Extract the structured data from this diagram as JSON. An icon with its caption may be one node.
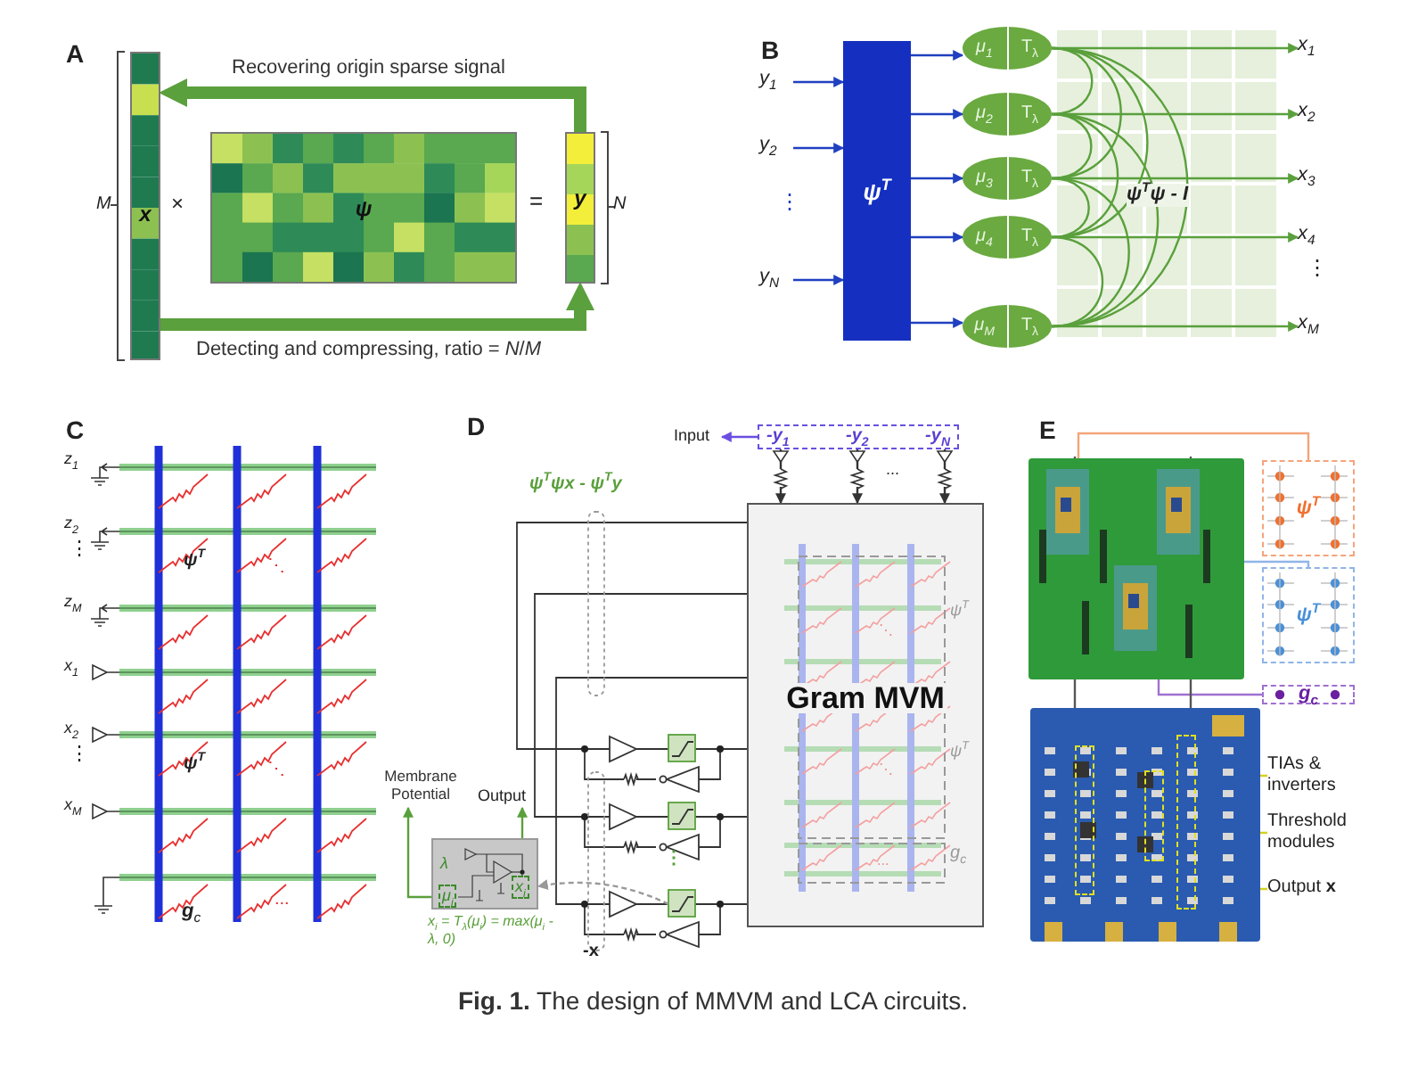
{
  "diagram": {
    "caption": "**Fig. 1.** The design of MMVM and LCA circuits.",
    "nodes": [
      {
        "text": [
          "x"
        ]
      },
      {
        "text": [
          "ψ"
        ]
      },
      {
        "text": [
          "y"
        ]
      },
      {
        "text": [
          "y$_{1}$"
        ]
      },
      {
        "text": [
          "y$_{2}$"
        ]
      },
      {
        "text": [
          "y$_{N}$"
        ]
      },
      {
        "text": [
          "ψ$^{T}$"
        ]
      },
      {
        "text": [
          "μ$_{1}$",
          "T$_{λ}$"
        ]
      },
      {
        "text": [
          "μ$_{2}$",
          "T$_{λ}$"
        ]
      },
      {
        "text": [
          "μ$_{3}$",
          "T$_{λ}$"
        ]
      },
      {
        "text": [
          "μ$_{4}$",
          "T$_{λ}$"
        ]
      },
      {
        "text": [
          "μ$_{M}$",
          "T$_{λ}$"
        ]
      },
      {
        "text": [
          "x$_{1}$"
        ]
      },
      {
        "text": [
          "x$_{2}$"
        ]
      },
      {
        "text": [
          "x$_{3}$"
        ]
      },
      {
        "text": [
          "x$_{4}$"
        ]
      },
      {
        "text": [
          "x$_{M}$"
        ]
      },
      {
        "text": [
          "-y$_{1}$",
          "-y$_{2}$",
          "-y$_{N}$"
        ]
      },
      {
        "text": [
          "Input"
        ]
      },
      {
        "text": [
          "Gram MVM"
        ]
      },
      {
        "text": [
          "Membrane Potential"
        ]
      },
      {
        "text": [
          "Output"
        ]
      },
      {
        "text": [
          "λ",
          "μ$_{i}$",
          "x$_{i}$"
        ],
        "beside": [
          "x$_{i}$ = T$_{λ}$(μ$_{i}$) = max(μ$_{i}$ - λ, 0)"
        ]
      },
      {
        "text": [],
        "shape": "picture"
      },
      {
        "text": [],
        "shape": "picture"
      },
      {
        "text": [
          "ψ$^{T}$"
        ]
      },
      {
        "text": [
          "ψ$^{T}$"
        ]
      },
      {
        "text": [
          "g$_{c}$"
        ]
      },
      {
        "text": [
          "TIAs & inverters"
        ]
      },
      {
        "text": [
          "Threshold modules"
        ]
      },
      {
        "text": [
          "Output **x**"
        ]
      },
      {
        "text": [],
        "shape": "box",
        "in": 24
      },
      {
        "text": [],
        "shape": "box",
        "in": 24
      },
      {
        "text": [],
        "shape": "box",
        "in": 24
      }
    ],
    "edges": [
      {
        "from": 2,
        "to": 0,
        "arrow": "to",
        "label": "Recovering origin sparse signal",
        "style": "thick"
      },
      {
        "from": 0,
        "to": 2,
        "arrow": "to",
        "label": "Detecting and compressing, ratio = *N*/*M*",
        "style": "thick"
      },
      {
        "from": 3,
        "to": 6,
        "arrow": "to",
        "color": "#2040c0"
      },
      {
        "from": 4,
        "to": 6,
        "arrow": "to",
        "color": "#2040c0"
      },
      {
        "from": 5,
        "to": 6,
        "arrow": "to",
        "color": "#2040c0"
      },
      {
        "from": 6,
        "to": 7,
        "arrow": "to",
        "color": "#2040c0"
      },
      {
        "from": 6,
        "to": 8,
        "arrow": "to",
        "color": "#2040c0"
      },
      {
        "from": 6,
        "to": 9,
        "arrow": "to",
        "color": "#2040c0"
      },
      {
        "from": 6,
        "to": 10,
        "arrow": "to",
        "color": "#2040c0"
      },
      {
        "from": 6,
        "to": 11,
        "arrow": "to",
        "color": "#2040c0"
      },
      {
        "from": 7,
        "to": 12,
        "arrow": "to"
      },
      {
        "from": 8,
        "to": 13,
        "arrow": "to"
      },
      {
        "from": 9,
        "to": 14,
        "arrow": "to"
      },
      {
        "from": 10,
        "to": 15,
        "arrow": "to"
      },
      {
        "from": 11,
        "to": 16,
        "arrow": "to"
      },
      {
        "from": 7,
        "to": 8,
        "arrow": "none"
      },
      {
        "from": 7,
        "to": 9,
        "arrow": "none"
      },
      {
        "from": 7,
        "to": 10,
        "arrow": "none"
      },
      {
        "from": 7,
        "to": 11,
        "arrow": "none"
      },
      {
        "from": 8,
        "to": 9,
        "arrow": "none"
      },
      {
        "from": 8,
        "to": 10,
        "arrow": "none"
      },
      {
        "from": 8,
        "to": 11,
        "arrow": "none"
      },
      {
        "from": 9,
        "to": 10,
        "arrow": "none"
      },
      {
        "from": 9,
        "to": 11,
        "arrow": "none"
      },
      {
        "from": 10,
        "to": 11,
        "arrow": "none"
      },
      {
        "from": 17,
        "to": 18,
        "arrow": "to",
        "color": "#6a4fe0"
      },
      {
        "from": 17,
        "to": 19,
        "arrow": "to",
        "color": "#333333"
      },
      {
        "from": 17,
        "to": 19,
        "arrow": "to",
        "color": "#333333"
      },
      {
        "from": 17,
        "to": 19,
        "arrow": "to",
        "color": "#333333"
      },
      {
        "from": 22,
        "to": 20,
        "arrow": "to"
      },
      {
        "from": 22,
        "to": 21,
        "arrow": "to"
      },
      {
        "from": null,
        "to": 22,
        "arrow": "to",
        "style": "dashed",
        "color": "#999999"
      },
      {
        "from": 25,
        "to": 23,
        "arrow": "none",
        "color": "#f4a47a"
      },
      {
        "from": 26,
        "to": 23,
        "arrow": "none",
        "color": "#8fb4e8"
      },
      {
        "from": 27,
        "to": 23,
        "arrow": "none",
        "color": "#a070d0"
      },
      {
        "from": 28,
        "to": 31,
        "arrow": "none",
        "color": "#d8d020"
      },
      {
        "from": 29,
        "to": 32,
        "arrow": "none",
        "color": "#d8d020"
      },
      {
        "from": 30,
        "to": 33,
        "arrow": "none",
        "color": "#d8d020"
      },
      {
        "from": 23,
        "to": 24,
        "arrow": "none",
        "color": "#555555"
      },
      {
        "from": 23,
        "to": 24,
        "arrow": "none",
        "color": "#555555"
      }
    ],
    "labels": [
      "A",
      "M",
      "×",
      "=",
      "N",
      "B",
      "⋮",
      "ψ$^{T}$ψ - I",
      "⋮",
      "C",
      "z$_{1}$",
      "z$_{2}$",
      "⋮",
      "z$_{M}$",
      "x$_{1}$",
      "x$_{2}$",
      "⋮",
      "x$_{M}$",
      "ψ$^{T}$",
      "⋱",
      "ψ$^{T}$",
      "⋱",
      "**g**$_{c}$",
      "...",
      "D",
      "...",
      "ψ$^{T}$ψx - ψ$^{T}$y",
      "ψ$^{T}$",
      "ψ$^{T}$",
      "g$_{c}$",
      "⋱",
      "⋱",
      "...",
      "⋮",
      "-x",
      "E"
    ]
  }
}
